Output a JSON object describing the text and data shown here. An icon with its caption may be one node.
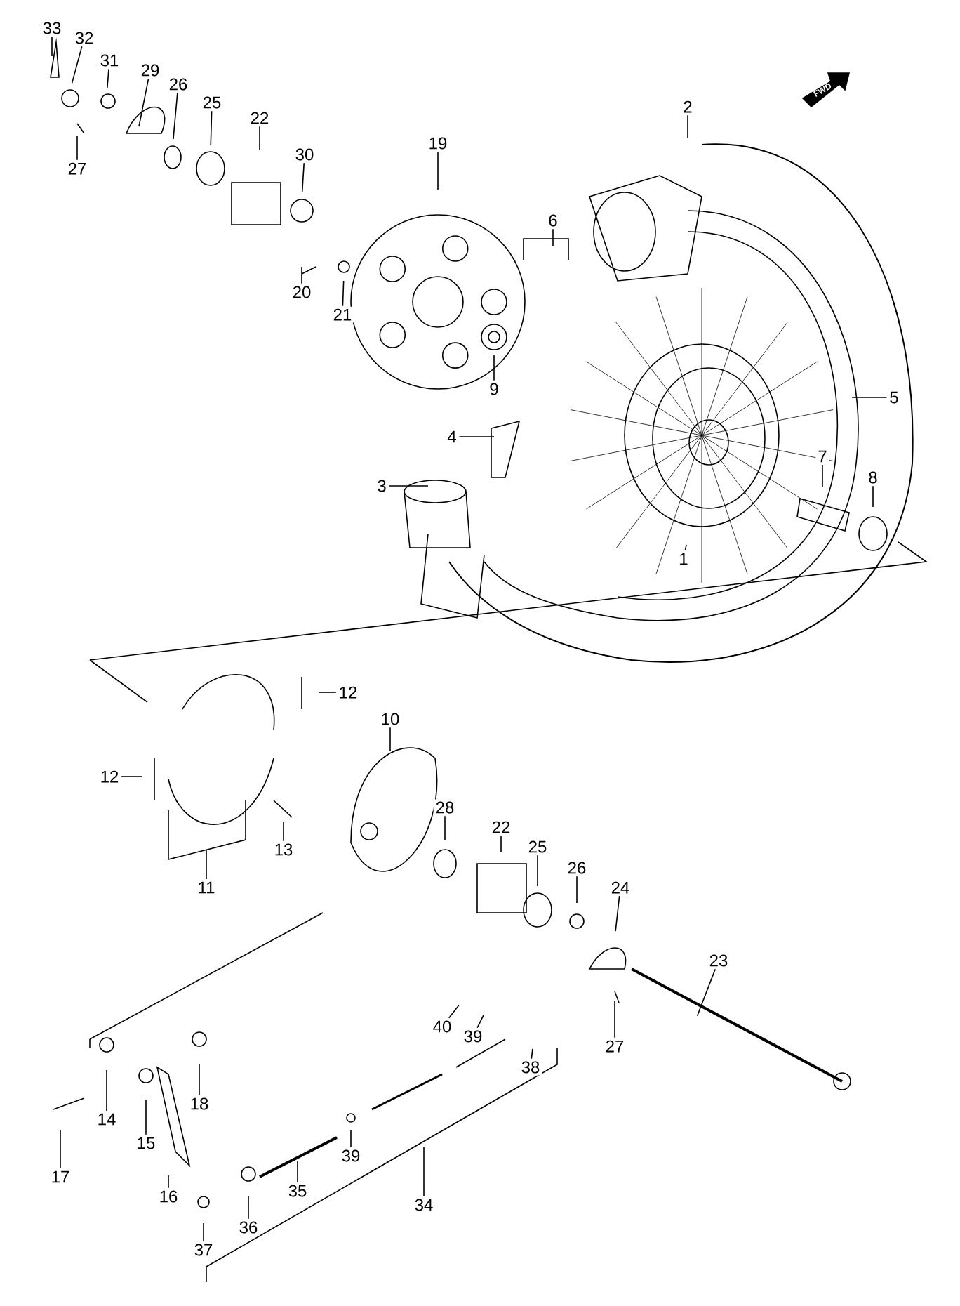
{
  "diagram": {
    "nodes": [
      {
        "text": [
          "33"
        ]
      },
      {
        "text": [
          "32"
        ]
      },
      {
        "text": [
          "31"
        ]
      },
      {
        "text": [
          "29"
        ]
      },
      {
        "text": [
          "26"
        ]
      },
      {
        "text": [
          "25"
        ]
      },
      {
        "text": [
          "22"
        ]
      },
      {
        "text": [
          "30"
        ]
      },
      {
        "text": [
          "27"
        ]
      },
      {
        "text": [
          "20"
        ]
      },
      {
        "text": [
          "21"
        ]
      },
      {
        "text": [
          "19"
        ]
      },
      {
        "text": [
          "2"
        ]
      },
      {
        "text": [
          "6"
        ]
      },
      {
        "text": [
          "9"
        ]
      },
      {
        "text": [
          "5"
        ]
      },
      {
        "text": [
          "4"
        ]
      },
      {
        "text": [
          "3"
        ]
      },
      {
        "text": [
          "7"
        ]
      },
      {
        "text": [
          "8"
        ]
      },
      {
        "text": [
          "1"
        ]
      },
      {
        "text": [
          "12"
        ]
      },
      {
        "text": [
          "12"
        ]
      },
      {
        "text": [
          "10"
        ]
      },
      {
        "text": [
          "11"
        ]
      },
      {
        "text": [
          "13"
        ]
      },
      {
        "text": [
          "28"
        ]
      },
      {
        "text": [
          "22"
        ]
      },
      {
        "text": [
          "25"
        ]
      },
      {
        "text": [
          "26"
        ]
      },
      {
        "text": [
          "24"
        ]
      },
      {
        "text": [
          "23"
        ]
      },
      {
        "text": [
          "40"
        ]
      },
      {
        "text": [
          "39"
        ]
      },
      {
        "text": [
          "27"
        ]
      },
      {
        "text": [
          "38"
        ]
      },
      {
        "text": [
          "14"
        ]
      },
      {
        "text": [
          "15"
        ]
      },
      {
        "text": [
          "18"
        ]
      },
      {
        "text": [
          "17"
        ]
      },
      {
        "text": [
          "16"
        ]
      },
      {
        "text": [
          "39"
        ]
      },
      {
        "text": [
          "35"
        ]
      },
      {
        "text": [
          "36"
        ]
      },
      {
        "text": [
          "37"
        ]
      },
      {
        "text": [
          "34"
        ]
      }
    ],
    "edges": [
      {
        "from": 0,
        "to": null,
        "arrow": "none"
      },
      {
        "from": 1,
        "to": null,
        "arrow": "none"
      },
      {
        "from": 2,
        "to": null,
        "arrow": "none"
      },
      {
        "from": 3,
        "to": null,
        "arrow": "none"
      },
      {
        "from": 4,
        "to": null,
        "arrow": "none"
      },
      {
        "from": 5,
        "to": null,
        "arrow": "none"
      },
      {
        "from": 6,
        "to": null,
        "arrow": "none"
      },
      {
        "from": 7,
        "to": null,
        "arrow": "none"
      },
      {
        "from": 8,
        "to": null,
        "arrow": "none"
      },
      {
        "from": 9,
        "to": null,
        "arrow": "none"
      },
      {
        "from": 10,
        "to": null,
        "arrow": "none"
      },
      {
        "from": 11,
        "to": null,
        "arrow": "none"
      },
      {
        "from": 12,
        "to": null,
        "arrow": "none"
      },
      {
        "from": 13,
        "to": null,
        "arrow": "none"
      },
      {
        "from": 14,
        "to": null,
        "arrow": "none"
      },
      {
        "from": 15,
        "to": null,
        "arrow": "none"
      },
      {
        "from": 16,
        "to": null,
        "arrow": "none"
      },
      {
        "from": 17,
        "to": null,
        "arrow": "none"
      },
      {
        "from": 18,
        "to": null,
        "arrow": "none"
      },
      {
        "from": 19,
        "to": null,
        "arrow": "none"
      },
      {
        "from": 20,
        "to": null,
        "arrow": "none"
      },
      {
        "from": 21,
        "to": null,
        "arrow": "none"
      },
      {
        "from": 22,
        "to": null,
        "arrow": "none"
      },
      {
        "from": 23,
        "to": null,
        "arrow": "none"
      },
      {
        "from": 24,
        "to": null,
        "arrow": "none"
      },
      {
        "from": 25,
        "to": null,
        "arrow": "none"
      },
      {
        "from": 26,
        "to": null,
        "arrow": "none"
      },
      {
        "from": 27,
        "to": null,
        "arrow": "none"
      },
      {
        "from": 28,
        "to": null,
        "arrow": "none"
      },
      {
        "from": 29,
        "to": null,
        "arrow": "none"
      },
      {
        "from": 30,
        "to": null,
        "arrow": "none"
      },
      {
        "from": 31,
        "to": null,
        "arrow": "none"
      },
      {
        "from": 32,
        "to": null,
        "arrow": "none"
      },
      {
        "from": 33,
        "to": null,
        "arrow": "none"
      },
      {
        "from": 34,
        "to": null,
        "arrow": "none"
      },
      {
        "from": 35,
        "to": null,
        "arrow": "none"
      },
      {
        "from": 36,
        "to": null,
        "arrow": "none"
      },
      {
        "from": 37,
        "to": null,
        "arrow": "none"
      },
      {
        "from": 38,
        "to": null,
        "arrow": "none"
      },
      {
        "from": 39,
        "to": null,
        "arrow": "none"
      },
      {
        "from": 40,
        "to": null,
        "arrow": "none"
      },
      {
        "from": 41,
        "to": null,
        "arrow": "none"
      },
      {
        "from": 42,
        "to": null,
        "arrow": "none"
      },
      {
        "from": 43,
        "to": null,
        "arrow": "none"
      },
      {
        "from": 44,
        "to": null,
        "arrow": "none"
      },
      {
        "from": 45,
        "to": null,
        "arrow": "none"
      }
    ],
    "labels": [
      "FWD"
    ]
  }
}
